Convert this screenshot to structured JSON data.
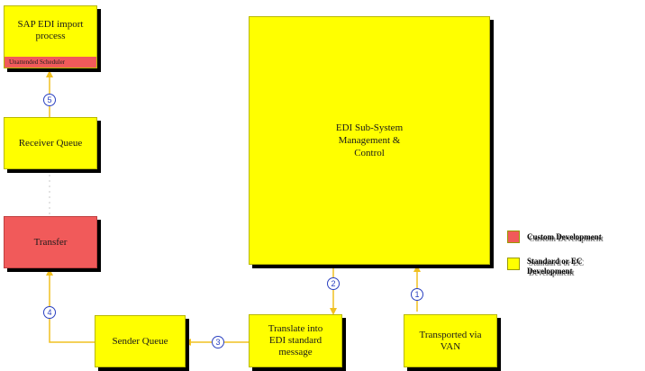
{
  "boxes": {
    "sap_import": {
      "label": "SAP EDI import\nprocess",
      "strip": "Unattended Scheduler"
    },
    "receiver_queue": {
      "label": "Receiver Queue"
    },
    "transfer": {
      "label": "Transfer"
    },
    "sender_queue": {
      "label": "Sender Queue"
    },
    "translate": {
      "label": "Translate into\nEDI standard\nmessage"
    },
    "transported": {
      "label": "Transported via\nVAN"
    },
    "edi_subsystem": {
      "label": "EDI Sub-System\nManagement &\nControl"
    }
  },
  "steps": [
    "1",
    "2",
    "3",
    "4",
    "5"
  ],
  "legend": {
    "custom": {
      "label": "Custom Development",
      "color": "#f15a5a"
    },
    "standard": {
      "label": "Standard or EC\nDevelopment",
      "color": "#ffff00"
    }
  },
  "colors": {
    "standard_box": "#ffff00",
    "custom_box": "#f15a5a",
    "connector": "#f0c020",
    "step_marker": "#2a40c0"
  }
}
